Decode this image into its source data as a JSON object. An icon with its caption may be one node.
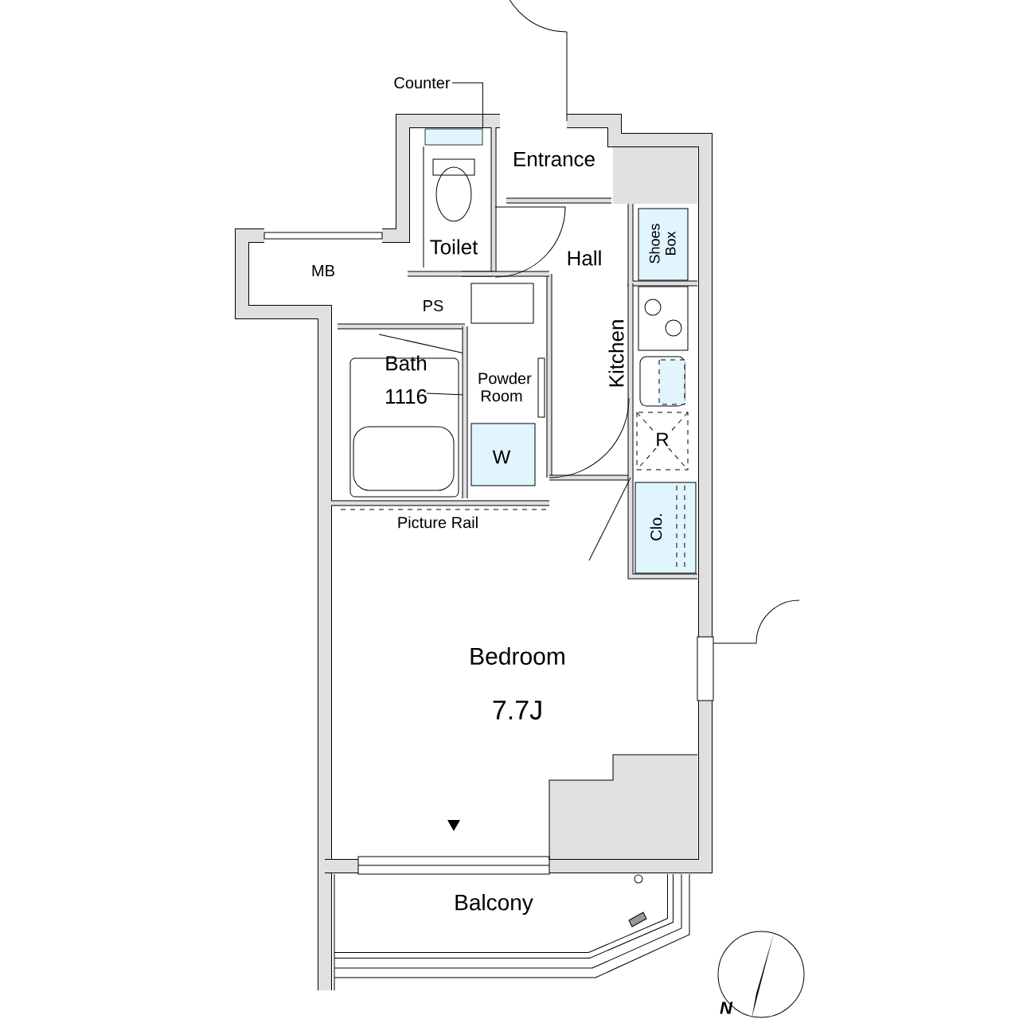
{
  "diagram": {
    "nodes": [
      {
        "text": [
          "Counter"
        ]
      },
      {
        "text": [],
        "shape": "box"
      }
    ],
    "edges": [
      {
        "from": 0,
        "to": 1,
        "arrow": "none"
      }
    ],
    "labels": [
      "Entrance",
      "Toilet",
      "Hall",
      "Shoes Box",
      "MB",
      "PS",
      "Bath",
      "1116",
      "Powder Room",
      "Kitchen",
      "R",
      "W",
      "Picture Rail",
      "Clo.",
      "Bedroom",
      "7.7J",
      "Balcony",
      "N"
    ]
  }
}
